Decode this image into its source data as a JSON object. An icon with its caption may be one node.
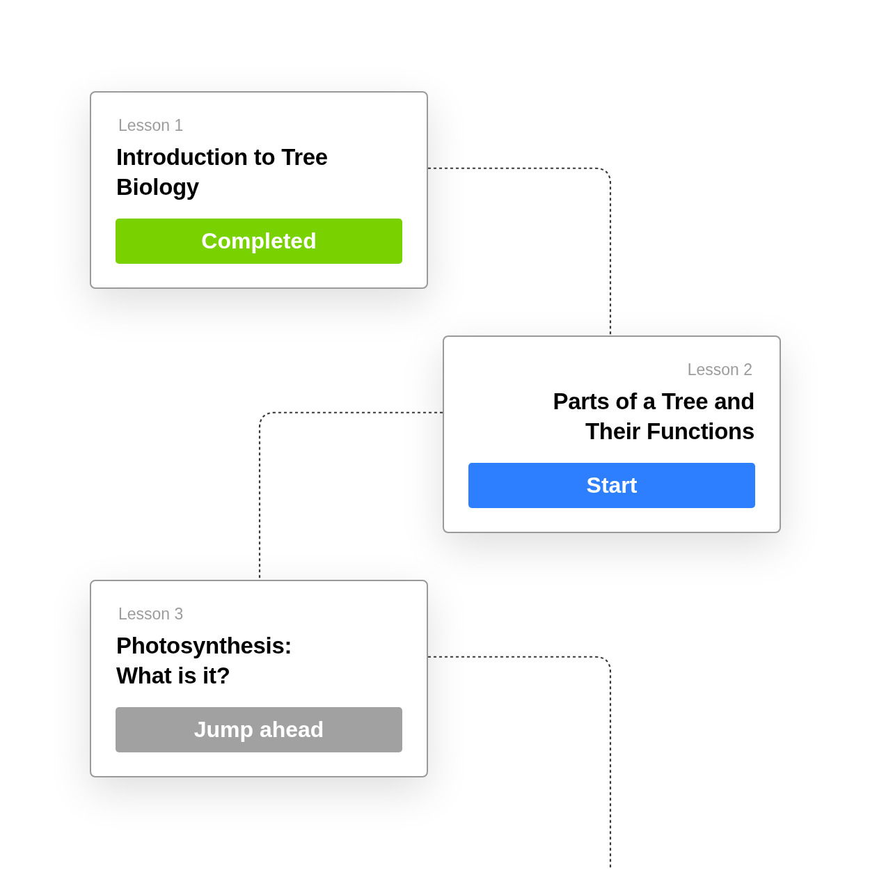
{
  "diagram": {
    "nodes": [
      {
        "text": [
          "Lesson 1",
          "Introduction to Tree Biology"
        ]
      },
      {
        "text": [
          "Completed"
        ],
        "in": 0
      },
      {
        "text": [
          "Lesson 2",
          "Parts of a Tree and Their Functions"
        ]
      },
      {
        "text": [
          "Start"
        ],
        "in": 2
      },
      {
        "text": [
          "Lesson 3",
          "Photosynthesis: What is it?"
        ]
      },
      {
        "text": [
          "Jump ahead"
        ],
        "in": 4
      }
    ],
    "edges": [
      {
        "from": 0,
        "to": 2,
        "arrow": "none",
        "style": "dashed"
      },
      {
        "from": 2,
        "to": 4,
        "arrow": "none",
        "style": "dashed"
      },
      {
        "from": 4,
        "to": null,
        "arrow": "none",
        "style": "dashed"
      }
    ]
  }
}
